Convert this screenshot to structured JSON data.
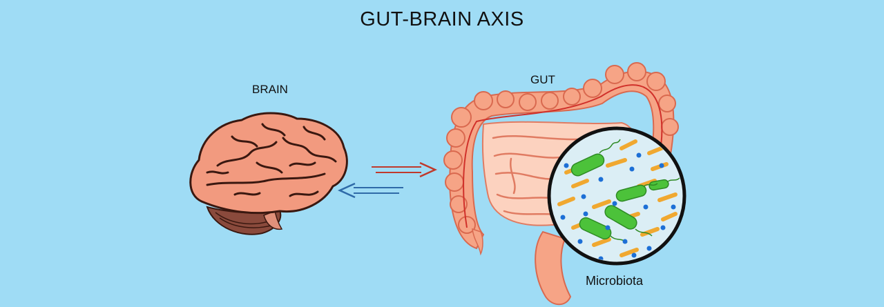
{
  "title": "GUT-BRAIN AXIS",
  "labels": {
    "brain": "BRAIN",
    "gut": "GUT",
    "microbiota": "Microbiota"
  },
  "colors": {
    "background": "#9fdcf5",
    "brain_fill": "#f29a7f",
    "brain_outline": "#3a1810",
    "cerebellum": "#8a4a3c",
    "gut_fill": "#f6a486",
    "gut_inner": "#fcd2bf",
    "arrow_to_gut": "#c0392b",
    "arrow_to_brain": "#2e6aa8",
    "bacteria_green": "#4cc23a",
    "bacteria_orange": "#f0a830",
    "bacteria_blue": "#1c6fd6",
    "lens_fill": "#dbeef5"
  },
  "icons": {
    "brain": "brain-icon",
    "gut": "intestine-icon",
    "microbiota": "magnifier-bacteria-icon"
  }
}
